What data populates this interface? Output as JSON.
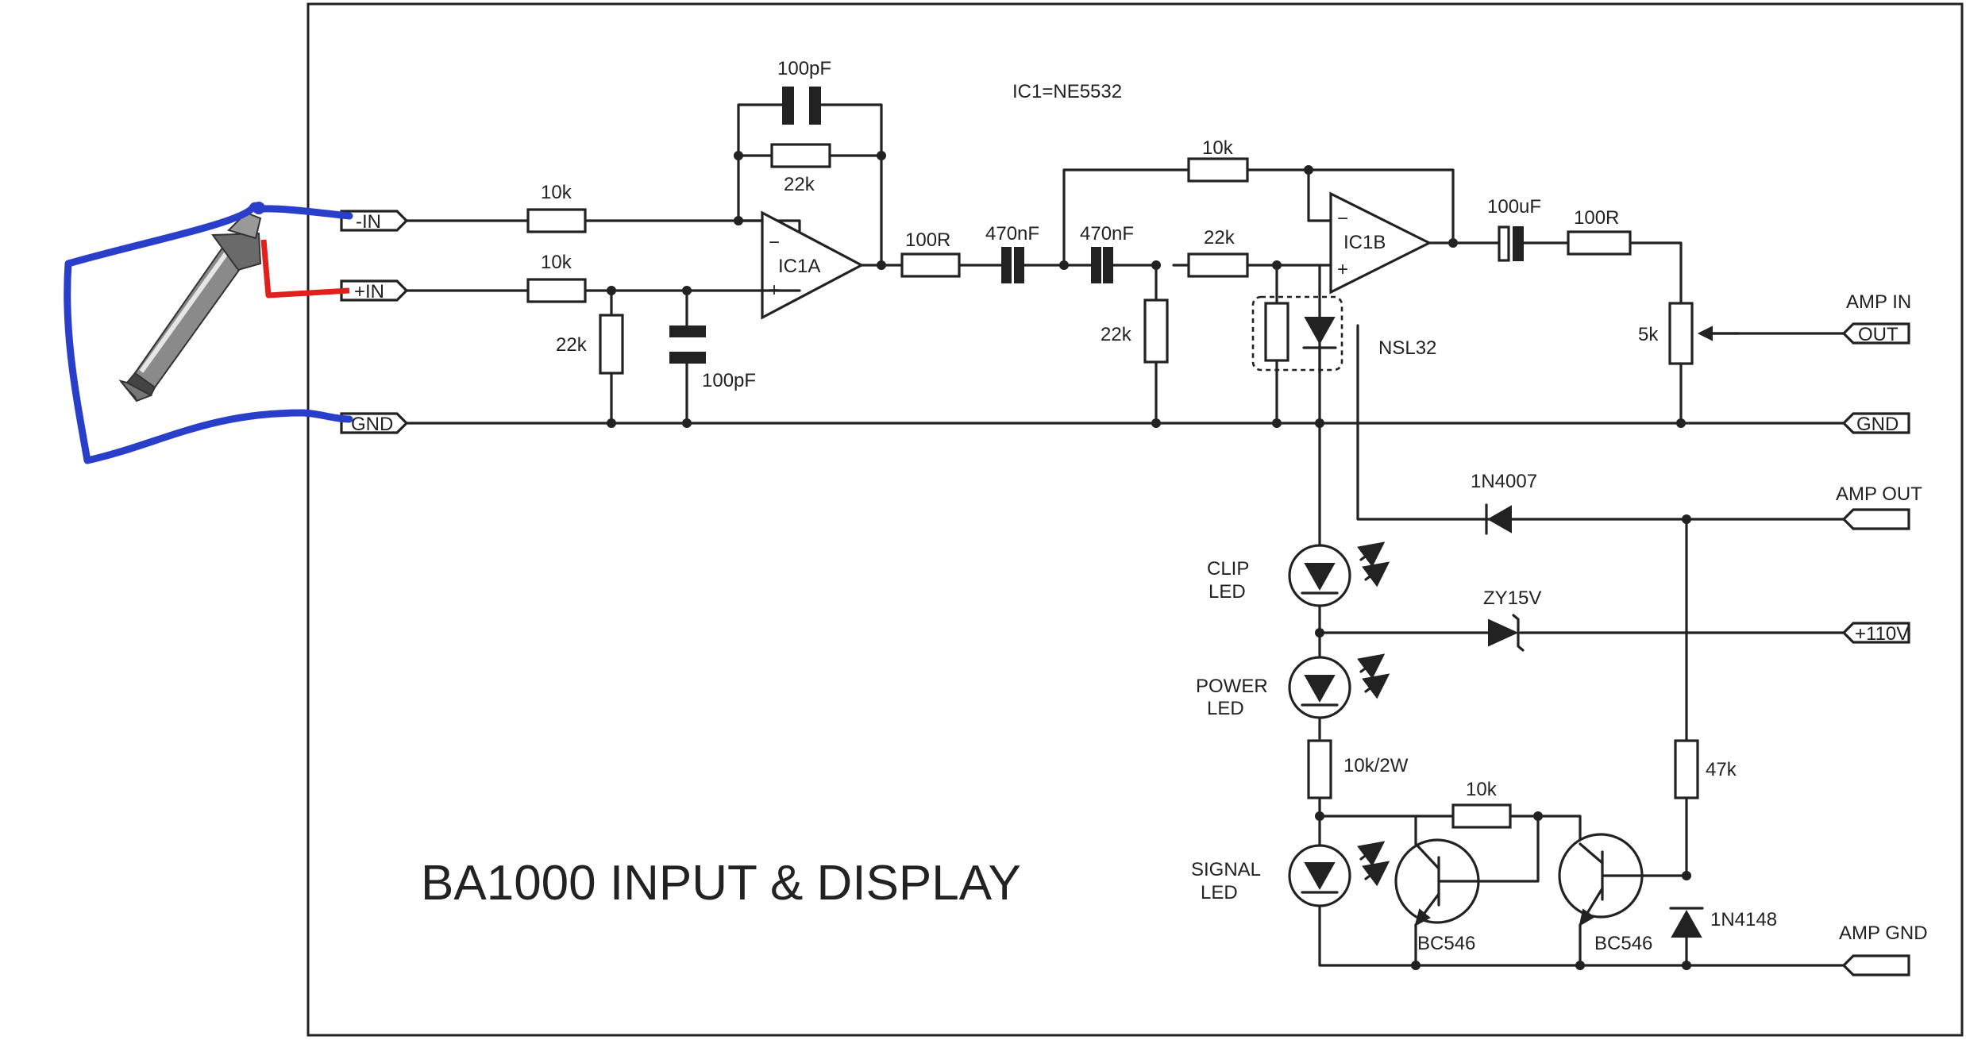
{
  "title": "BA1000  INPUT & DISPLAY",
  "ic_note": "IC1=NE5532",
  "connectors": {
    "neg_in": "-IN",
    "pos_in": "+IN",
    "gnd_left": "GND",
    "amp_in": "AMP IN",
    "out": "OUT",
    "gnd_right": "GND",
    "amp_out": "AMP OUT",
    "v110": "+110V",
    "amp_gnd": "AMP GND"
  },
  "opamps": {
    "ic1a": "IC1A",
    "ic1b": "IC1B",
    "minus": "−",
    "plus": "+"
  },
  "components": {
    "r_in_neg": "10k",
    "r_in_pos": "10k",
    "r_to_gnd": "22k",
    "c_to_gnd": "100pF",
    "c_fb": "100pF",
    "r_fb": "22k",
    "r_100r_a": "100R",
    "c_470_a": "470nF",
    "c_470_b": "470nF",
    "r_22k_gnd2": "22k",
    "r_22k_ser": "22k",
    "r_fb2": "10k",
    "c_100uf": "100uF",
    "r_100r_b": "100R",
    "pot": "5k",
    "opto": "NSL32",
    "diode_1n4007": "1N4007",
    "zener": "ZY15V",
    "r_10k2w": "10k/2W",
    "r_47k": "47k",
    "r_10k_q": "10k",
    "diode_1n4148": "1N4148",
    "q1": "BC546",
    "q2": "BC546"
  },
  "leds": {
    "clip": [
      "CLIP",
      "LED"
    ],
    "power": [
      "POWER",
      "LED"
    ],
    "signal": [
      "SIGNAL",
      "LED"
    ]
  },
  "annotation_colors": {
    "blue_wire": "#2a3fc9",
    "red_wire": "#e0201c"
  },
  "icons": [
    "jack-plug-icon",
    "opamp-icon",
    "resistor-icon",
    "capacitor-icon",
    "led-icon",
    "diode-icon",
    "zener-icon",
    "transistor-icon",
    "potentiometer-icon"
  ]
}
